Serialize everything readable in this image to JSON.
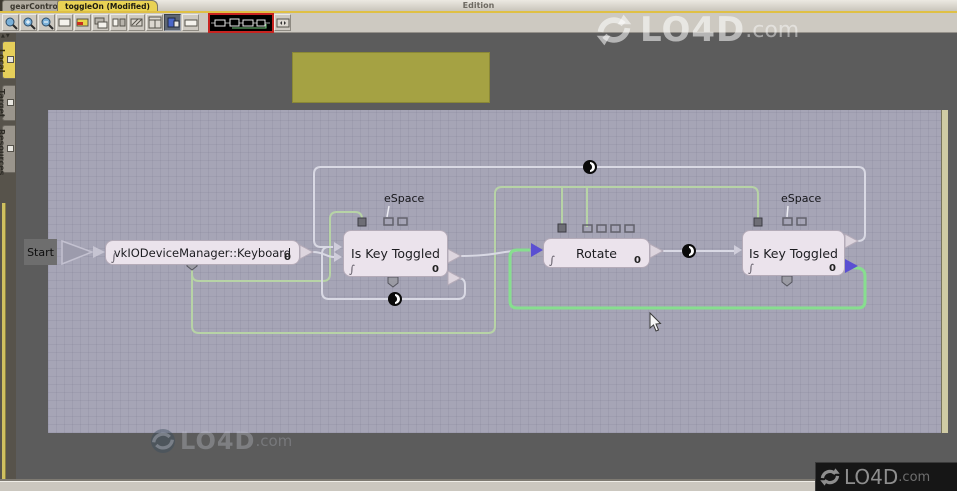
{
  "titlebar": {
    "title": "Edition"
  },
  "tabs": {
    "items": [
      {
        "label": "gearControls",
        "active": false
      },
      {
        "label": "toggleOn (Modified)",
        "active": true
      }
    ]
  },
  "toolbar": {
    "button_icons": [
      "zoom-tool",
      "zoom-in",
      "zoom-out",
      "frame",
      "colored-frame",
      "copy-layout",
      "two-frames",
      "hatched-frame",
      "window-panes",
      "active-view",
      "wide-frame",
      "navigate-frames"
    ],
    "minimap": "schematic-overview-thumbnail"
  },
  "sidebar": {
    "tabs": [
      {
        "label": "Local",
        "active": true
      },
      {
        "label": "Target",
        "active": false
      },
      {
        "label": "Resources",
        "active": false
      }
    ]
  },
  "icons": {
    "sort_arrows": "▲▼",
    "fcurve": "∫",
    "clock": "link-delay-clock"
  },
  "canvas": {
    "start_label": "Start",
    "nodes": [
      {
        "name": "keyboard",
        "label": "vkIODeviceManager::Keyboard",
        "count": "0"
      },
      {
        "name": "is-key-toggled-1",
        "label": "Is Key Toggled",
        "count": "0"
      },
      {
        "name": "rotate",
        "label": "Rotate",
        "count": "0"
      },
      {
        "name": "is-key-toggled-2",
        "label": "Is Key Toggled",
        "count": "0"
      }
    ],
    "param_labels": [
      {
        "text": "eSpace"
      },
      {
        "text": "eSpace"
      }
    ]
  },
  "watermark": {
    "text": "LO4D",
    "suffix": ".com"
  },
  "colors": {
    "active_tab": "#e9d254",
    "canvas": "#a6a5b6",
    "node_fill": "#ebe3ec",
    "wire_white": "#d9d9e4",
    "wire_param_green": "#b7d3a6",
    "wire_active_green": "#87de8f",
    "trigger_blue": "#5a4fd2",
    "minimap_border": "#c82420",
    "olive_note": "#a5a243"
  }
}
